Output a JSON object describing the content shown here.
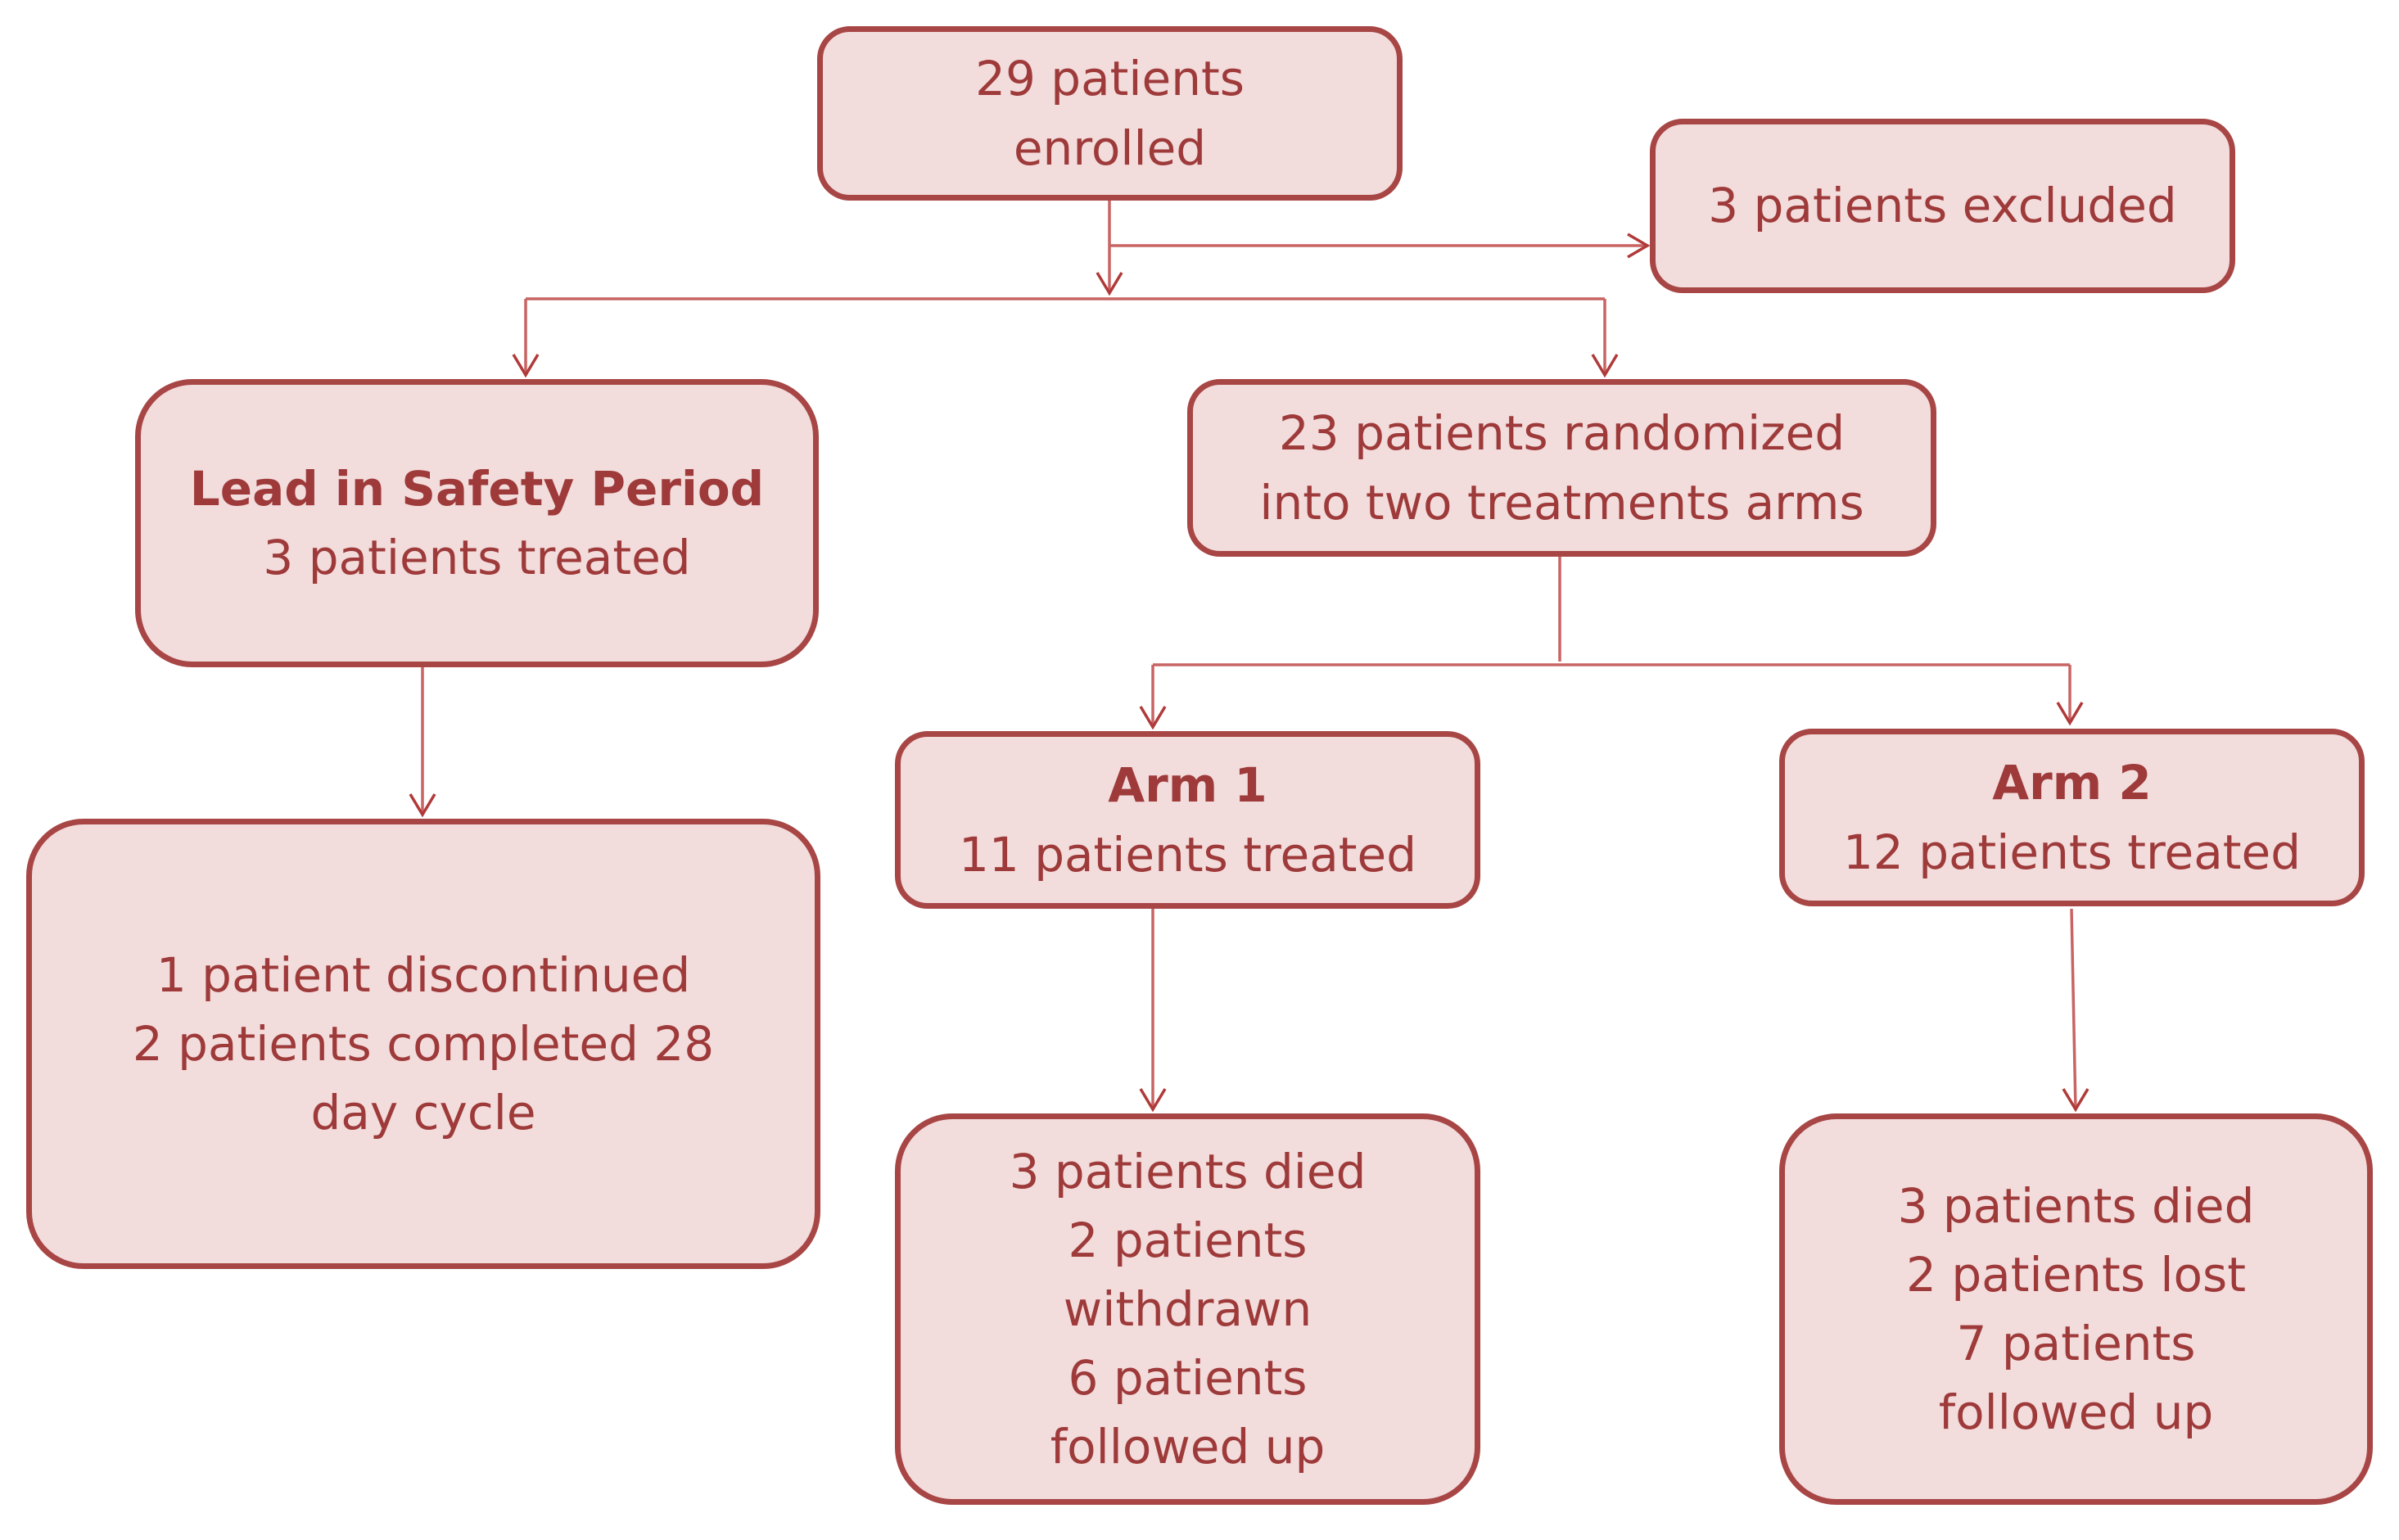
{
  "nodes": {
    "enrolled": {
      "lines": [
        "29 patients",
        "enrolled"
      ]
    },
    "excluded": {
      "lines": [
        "3 patients excluded"
      ]
    },
    "lead_in": {
      "title": "Lead in Safety Period",
      "lines": [
        "3 patients treated"
      ]
    },
    "randomized": {
      "lines": [
        "23 patients randomized",
        "into two treatments arms"
      ]
    },
    "arm1": {
      "title": "Arm 1",
      "lines": [
        "11 patients treated"
      ]
    },
    "arm2": {
      "title": "Arm 2",
      "lines": [
        "12 patients treated"
      ]
    },
    "lead_in_outcome": {
      "lines": [
        "1 patient discontinued",
        "2 patients completed 28",
        "day cycle"
      ]
    },
    "arm1_outcome": {
      "lines": [
        "3 patients died",
        "2 patients",
        "withdrawn",
        "6 patients",
        "followed up"
      ]
    },
    "arm2_outcome": {
      "lines": [
        "3 patients died",
        "2 patients lost",
        "7 patients",
        "followed up"
      ]
    }
  },
  "colors": {
    "fill": "#f3dcdc",
    "border": "#a84646",
    "text": "#9e3a3a",
    "connector": "#c86464"
  }
}
